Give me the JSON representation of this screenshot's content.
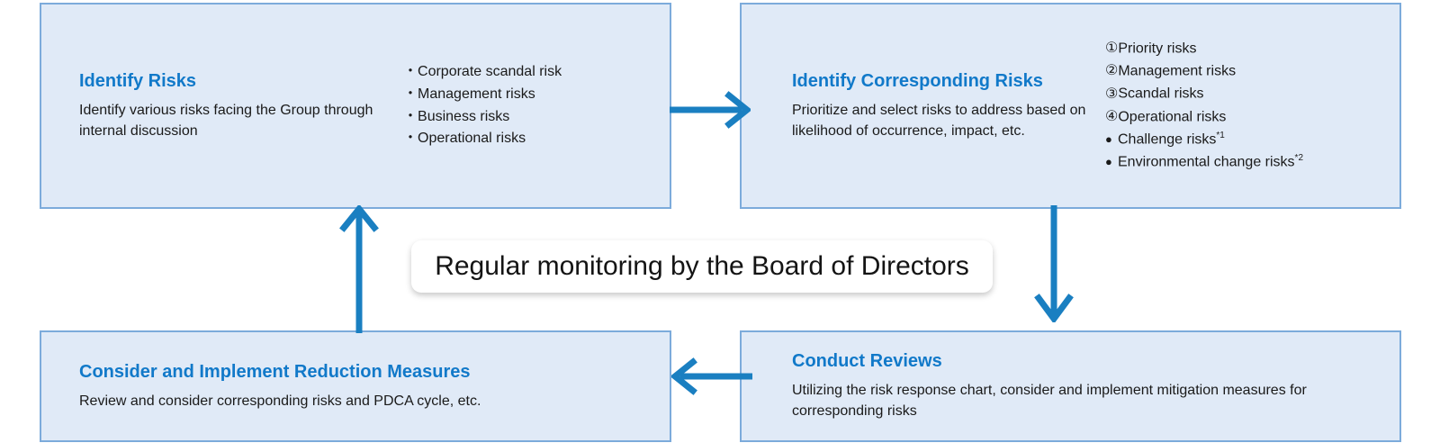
{
  "diagram": {
    "title": "Regular monitoring by the Board of Directors",
    "colors": {
      "box_fill": "#e0eaf7",
      "box_border": "#7cabdb",
      "heading": "#1179c9",
      "arrow": "#1a7fc1",
      "body_text": "#1a1a1a",
      "banner_bg": "#ffffff"
    },
    "boxes": {
      "identify_risks": {
        "title": "Identify Risks",
        "description": "Identify various risks facing the Group through internal discussion",
        "items": [
          {
            "marker": "・",
            "label": "Corporate scandal risk"
          },
          {
            "marker": "・",
            "label": "Management risks"
          },
          {
            "marker": "・",
            "label": "Business risks"
          },
          {
            "marker": "・",
            "label": "Operational risks"
          }
        ]
      },
      "identify_corresponding_risks": {
        "title": "Identify Corresponding Risks",
        "description": "Prioritize and select risks to address based on likelihood of occurrence, impact, etc.",
        "items": [
          {
            "marker": "①",
            "label": "Priority risks",
            "note": ""
          },
          {
            "marker": "②",
            "label": "Management risks",
            "note": ""
          },
          {
            "marker": "③",
            "label": "Scandal risks",
            "note": ""
          },
          {
            "marker": "④",
            "label": "Operational risks",
            "note": ""
          },
          {
            "marker": "●",
            "label": "Challenge risks",
            "note": "*1"
          },
          {
            "marker": "●",
            "label": "Environmental change risks",
            "note": "*2"
          }
        ]
      },
      "conduct_reviews": {
        "title": "Conduct Reviews",
        "description": "Utilizing the risk response chart, consider and implement mitigation measures for corresponding risks",
        "items": []
      },
      "reduction_measures": {
        "title": "Consider and Implement Reduction Measures",
        "description": "Review and consider corresponding risks and PDCA cycle, etc.",
        "items": []
      }
    },
    "arrows": [
      {
        "name": "arrow-right-top",
        "direction": "right",
        "from": "identify_risks",
        "to": "identify_corresponding_risks"
      },
      {
        "name": "arrow-down-right",
        "direction": "down",
        "from": "identify_corresponding_risks",
        "to": "conduct_reviews"
      },
      {
        "name": "arrow-left-bottom",
        "direction": "left",
        "from": "conduct_reviews",
        "to": "reduction_measures"
      },
      {
        "name": "arrow-up-left",
        "direction": "up",
        "from": "reduction_measures",
        "to": "identify_risks"
      }
    ]
  }
}
